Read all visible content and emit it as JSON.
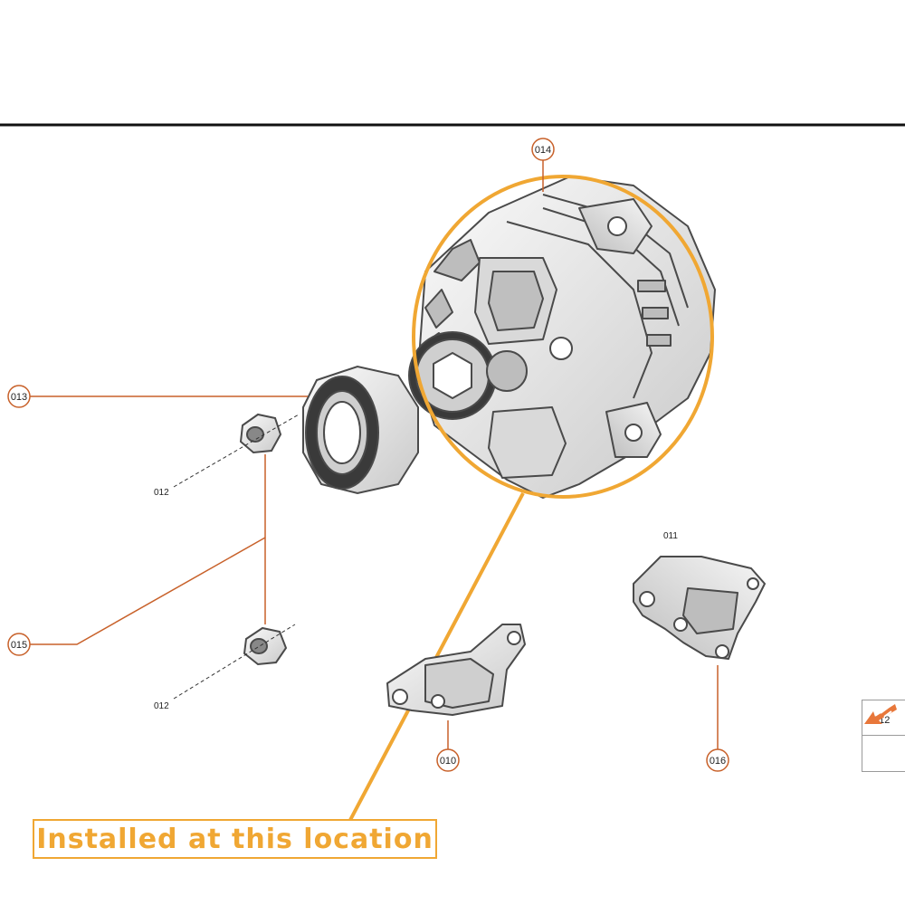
{
  "callouts": {
    "c014": "014",
    "c013": "013",
    "c015": "015",
    "c010": "010",
    "c016": "016"
  },
  "labels": {
    "l012a": "012",
    "l012b": "012",
    "l011": "011"
  },
  "banner": {
    "text": "Installed at this location"
  },
  "legend": {
    "label": "012"
  },
  "colors": {
    "accent": "#f0a733",
    "leader": "#c8612a",
    "callout_ring": "#c8612a",
    "part_stroke": "#555555",
    "part_fill": "#e6e6e6"
  },
  "icons": {
    "legend_arrow": "orange-arrow-icon"
  }
}
